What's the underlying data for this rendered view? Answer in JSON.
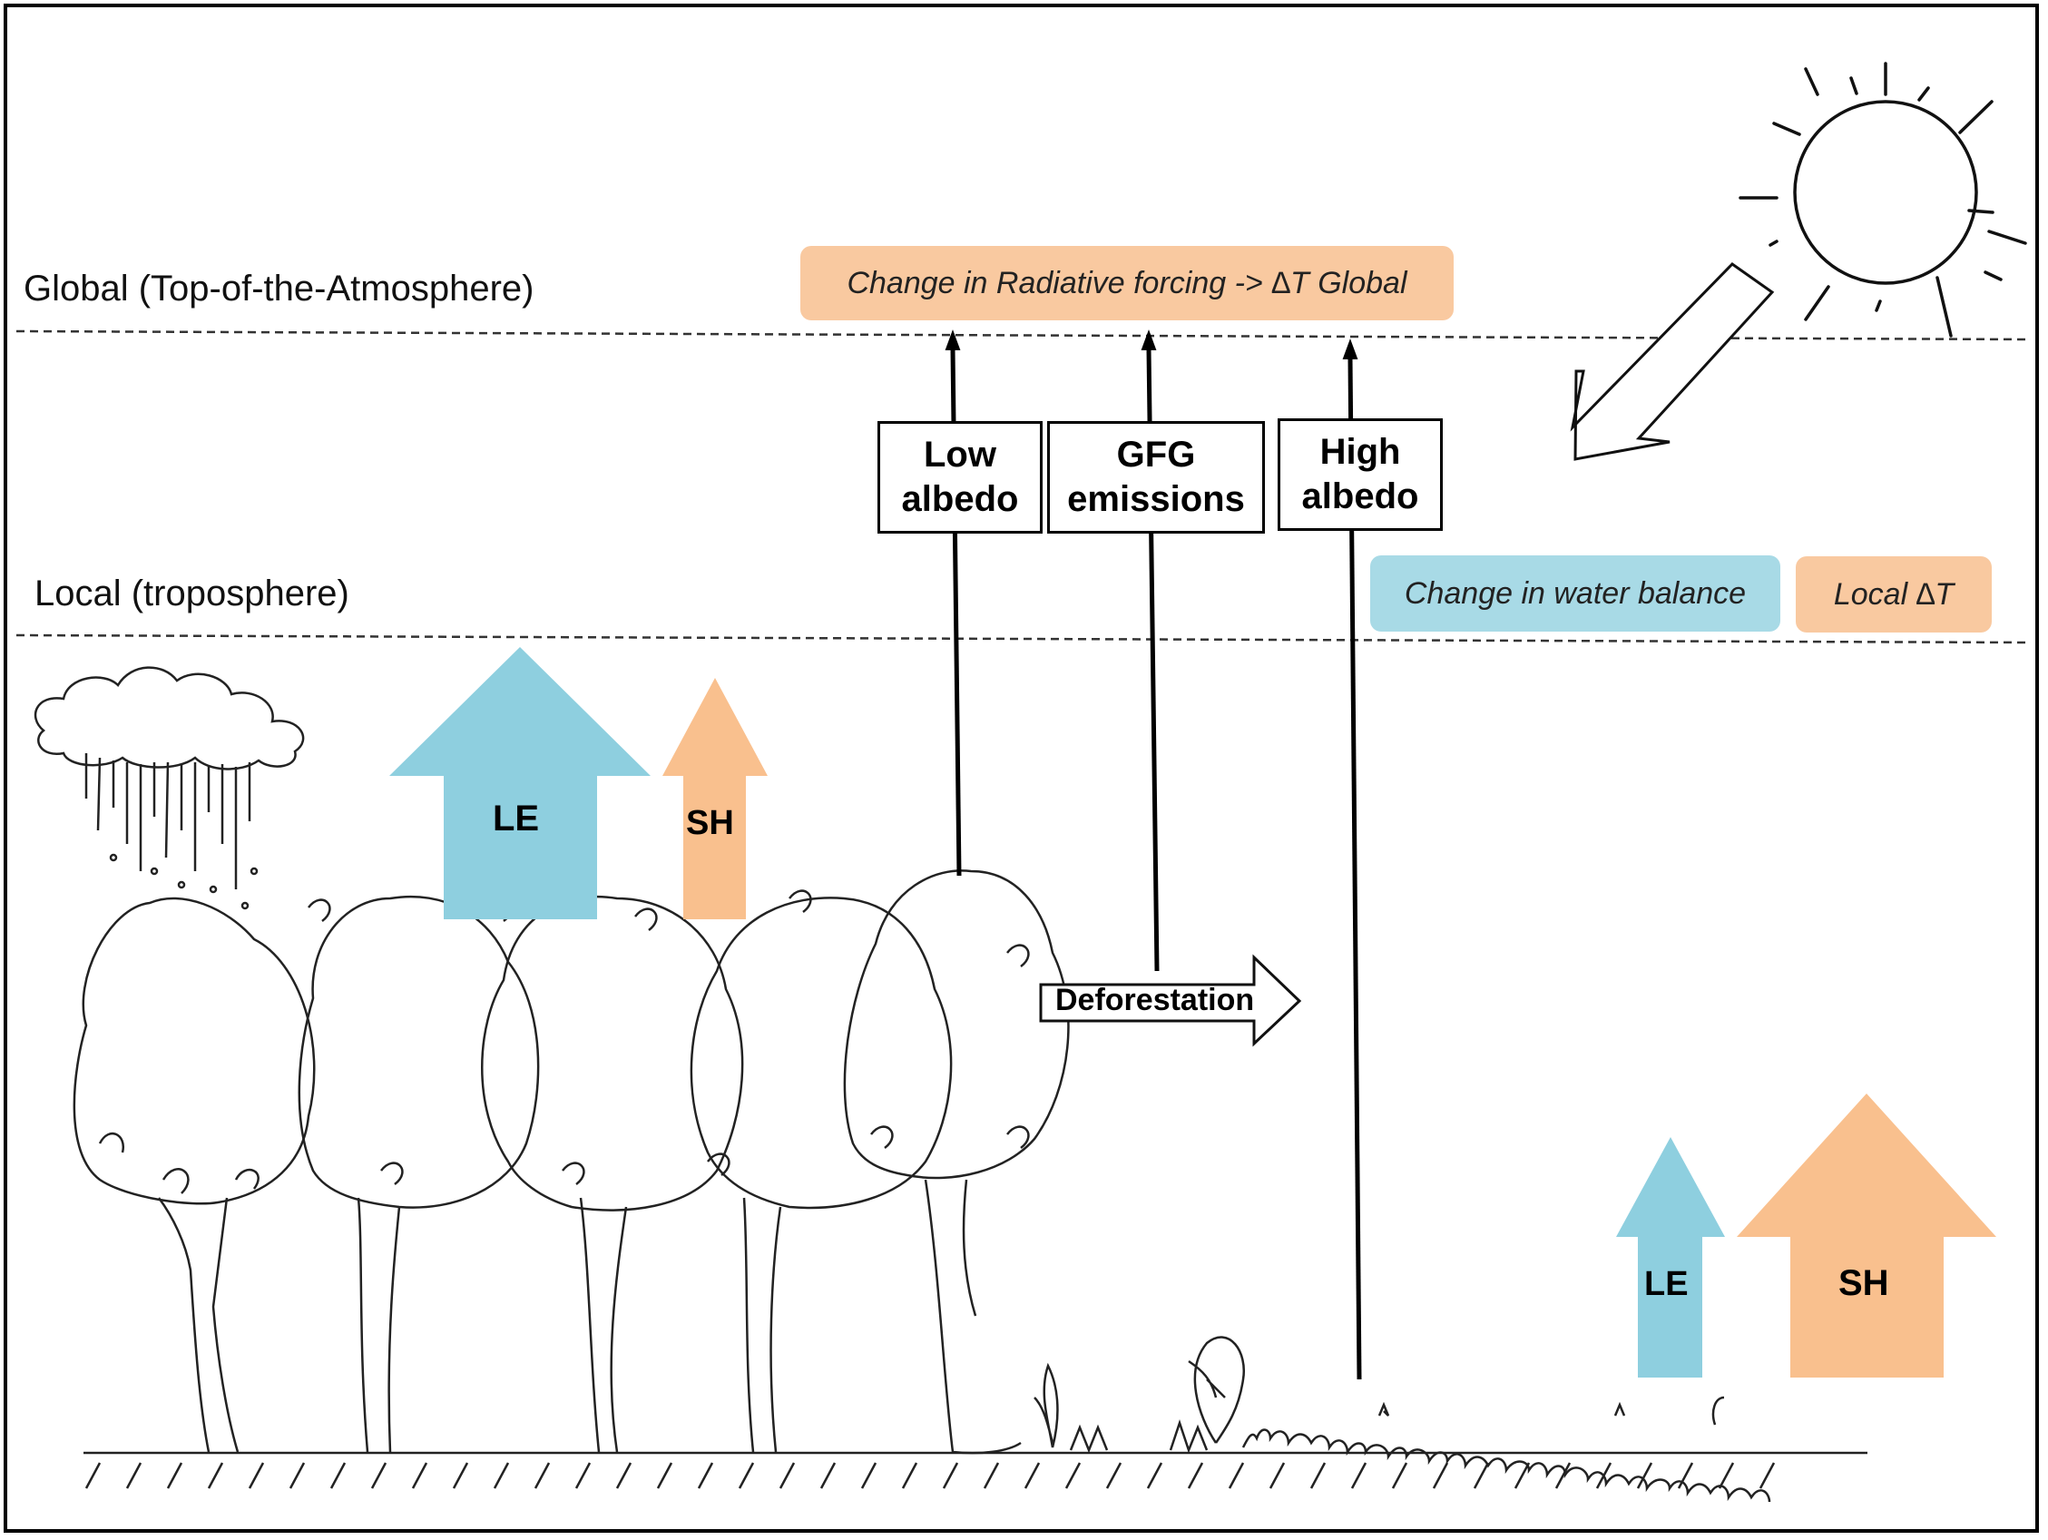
{
  "levels": {
    "global": "Global (Top-of-the-Atmosphere)",
    "local": "Local (troposphere)"
  },
  "effects": {
    "radiative_forcing": "Change in Radiative forcing -> ∆T Global",
    "water_balance": "Change in water balance",
    "local_dt": "Local ∆T"
  },
  "drivers": {
    "low_albedo": "Low\nalbedo",
    "gfg_emissions": "GFG\nemissions",
    "high_albedo": "High\nalbedo"
  },
  "process": {
    "deforestation": "Deforestation"
  },
  "forest_fluxes": {
    "le": "LE",
    "sh": "SH"
  },
  "cleared_fluxes": {
    "le": "LE",
    "sh": "SH"
  },
  "colors": {
    "sensible_heat": "#f9c08e",
    "latent_heat": "#8ecfdf",
    "orange_box": "#f9c9a0",
    "blue_box": "#a8dae6"
  },
  "icons": [
    "sun-icon",
    "rain-cloud-icon",
    "tree-icon",
    "grass-icon",
    "solar-radiation-arrow"
  ]
}
